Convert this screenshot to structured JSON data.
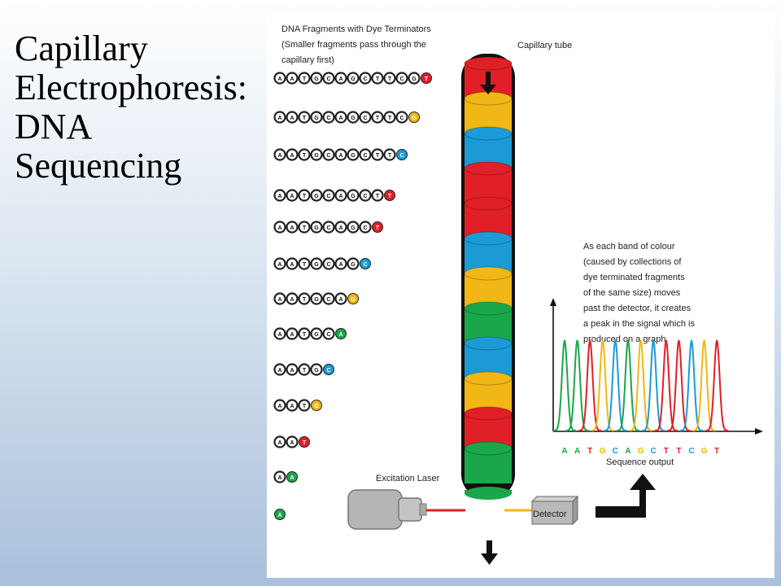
{
  "title_lines": [
    "Capillary",
    "Electrophoresis:",
    "DNA",
    "Sequencing"
  ],
  "fragments_label_lines": [
    "DNA Fragments with Dye Terminators",
    "(Smaller fragments pass through the",
    "capillary first)"
  ],
  "capillary_label": "Capillary tube",
  "explanation_lines": [
    "As each band of colour",
    "(caused by collections of",
    "dye terminated fragments",
    "of the same size) moves",
    "past the detector, it creates",
    "a peak in the signal which is",
    "produced on a graph"
  ],
  "laser_label": "Excitation Laser",
  "detector_label": "Detector",
  "sequence_output_label": "Sequence output",
  "sequence": [
    "A",
    "A",
    "T",
    "G",
    "C",
    "A",
    "G",
    "C",
    "T",
    "T",
    "C",
    "G",
    "T"
  ],
  "base_colors": {
    "A": "#1aa64a",
    "T": "#e01f26",
    "G": "#f1b716",
    "C": "#1c9ad6"
  },
  "fragments": [
    {
      "bases": "AATGCAGCTTCG",
      "terminator": "T"
    },
    {
      "bases": "AATGCAGCTTC",
      "terminator": "G"
    },
    {
      "bases": "AATGCAGCTT",
      "terminator": "C"
    },
    {
      "bases": "AATGCAGCT",
      "terminator": "T"
    },
    {
      "bases": "AATGCAGC",
      "terminator": "T"
    },
    {
      "bases": "AATGCAG",
      "terminator": "C"
    },
    {
      "bases": "AATGCA",
      "terminator": "G"
    },
    {
      "bases": "AATGC",
      "terminator": "A"
    },
    {
      "bases": "AATG",
      "terminator": "C"
    },
    {
      "bases": "AAT",
      "terminator": "G"
    },
    {
      "bases": "AA",
      "terminator": "T"
    },
    {
      "bases": "A",
      "terminator": "A"
    },
    {
      "bases": "",
      "terminator": "A"
    }
  ],
  "tube_bands": [
    "T",
    "G",
    "C",
    "T",
    "T",
    "C",
    "G",
    "A",
    "C",
    "G",
    "T",
    "A"
  ]
}
